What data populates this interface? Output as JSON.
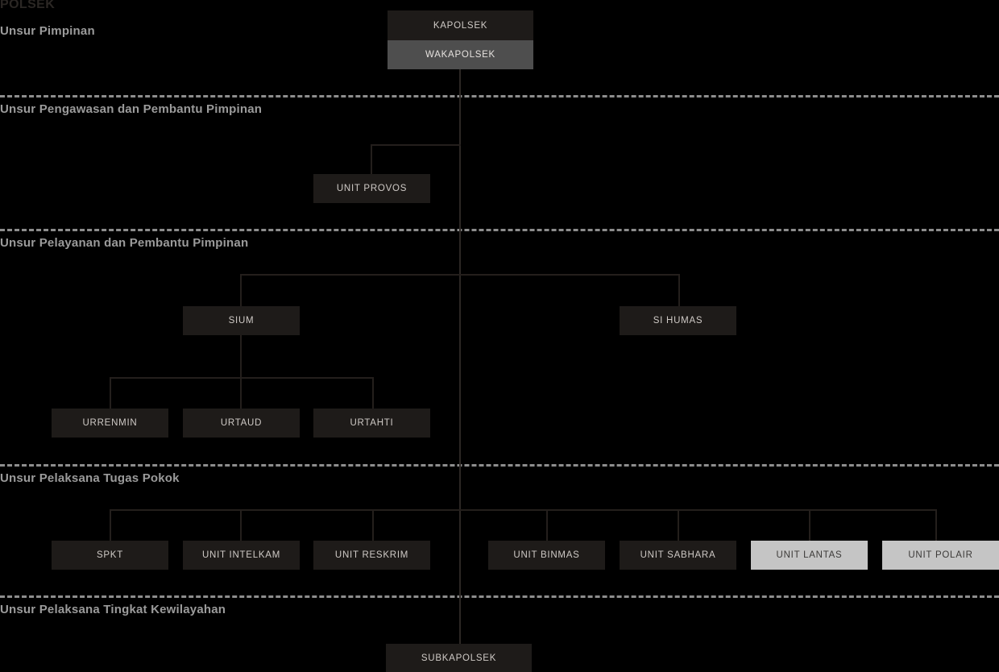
{
  "title": "POLSEK",
  "sections": [
    {
      "label": "Unsur Pimpinan"
    },
    {
      "label": "Unsur Pengawasan dan Pembantu Pimpinan"
    },
    {
      "label": "Unsur Pelayanan dan Pembantu Pimpinan"
    },
    {
      "label": "Unsur Pelaksana Tugas Pokok"
    },
    {
      "label": "Unsur Pelaksana Tingkat Kewilayahan"
    }
  ],
  "nodes": {
    "kapolsek": "KAPOLSEK",
    "wakapolsek": "WAKAPOLSEK",
    "unit_provos": "UNIT PROVOS",
    "sium": "SIUM",
    "si_humas": "SI HUMAS",
    "urrenmin": "URRENMIN",
    "urtaud": "URTAUD",
    "urtahti": "URTAHTI",
    "spkt": "SPKT",
    "unit_intelkam": "UNIT INTELKAM",
    "unit_reskrim": "UNIT RESKRIM",
    "unit_binmas": "UNIT BINMAS",
    "unit_sabhara": "UNIT SABHARA",
    "unit_lantas": "UNIT LANTAS",
    "unit_polair": "UNIT POLAIR",
    "subkapolsek": "SUBKAPOLSEK"
  },
  "colors": {
    "box_dark": "#1e1b19",
    "box_grey": "#4e4e4e",
    "box_light": "#c5c5c5",
    "line": "#241f1c",
    "label_text": "#9b9b9b",
    "title_text": "#2b2724",
    "background": "#000000"
  }
}
